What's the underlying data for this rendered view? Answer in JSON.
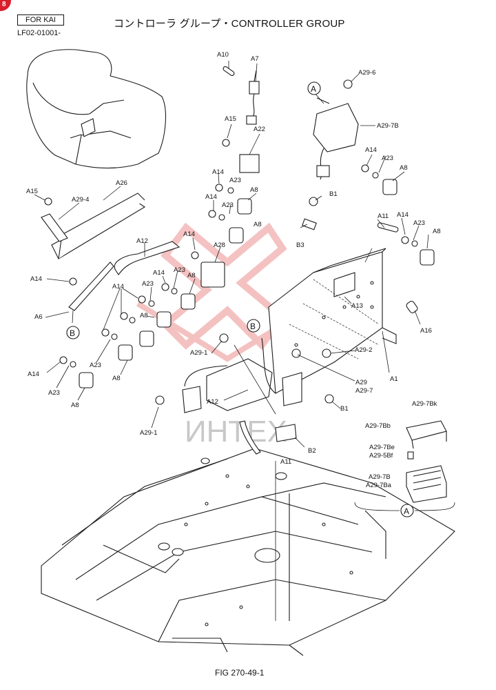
{
  "header": {
    "badge": "FOR KAI",
    "code": "LF02-01001-",
    "title": "コントローラ グループ・CONTROLLER GROUP"
  },
  "corner_badge": "8",
  "watermark": "ИНТЕХ",
  "figure_label": "FIG 270-49-1",
  "circle_marks": {
    "a_top": "A",
    "a_bottom": "A",
    "b_left": "B",
    "b_mid": "B"
  },
  "callouts": {
    "a10": "A10",
    "a7": "A7",
    "a29_6": "A29-6",
    "a29_7b": "A29-7B",
    "a15_top": "A15",
    "a22": "A22",
    "a14_r1": "A14",
    "a23_r1": "A23",
    "a8_r1": "A8",
    "a15_left": "A15",
    "a26": "A26",
    "a29_4": "A29-4",
    "a14_m1": "A14",
    "a23_m1": "A23",
    "a8_m1": "A8",
    "a14_m2": "A14",
    "a23_m2": "A23",
    "a8_m2": "A8",
    "b1_top": "B1",
    "b3": "B3",
    "a11_top": "A11",
    "a14_r2": "A14",
    "a23_r2": "A23",
    "a8_r2": "A8",
    "a12_top": "A12",
    "a28": "A28",
    "a14_m3": "A14",
    "a23_m3": "A23",
    "a14_m4": "A14",
    "a8_m3": "A8",
    "a14_left": "A14",
    "a6": "A6",
    "a14_l2": "A14",
    "a23_l1": "A23",
    "a8_l1": "A8",
    "a13": "A13",
    "a16": "A16",
    "a29_2": "A29-2",
    "a1": "A1",
    "a29_1_top": "A29-1",
    "a23_l2": "A23",
    "a8_l2": "A8",
    "a14_l3": "A14",
    "a23_l3": "A23",
    "a8_l3": "A8",
    "a29": "A29",
    "a29_7": "A29-7",
    "a12_bot": "A12",
    "b1_bot": "B1",
    "a29_1_bot": "A29-1",
    "b2": "B2",
    "a11_bot": "A11",
    "a29_7bk": "A29-7Bk",
    "a29_7bb": "A29-7Bb",
    "a29_7be": "A29-7Be",
    "a29_5bf": "A29-5Bf",
    "a29_7b_det": "A29-7B",
    "a29_7ba": "A29-7Ba"
  },
  "colors": {
    "ink": "#1a1a1a",
    "watermark": "#e05050",
    "corner": "#d81f2a"
  }
}
